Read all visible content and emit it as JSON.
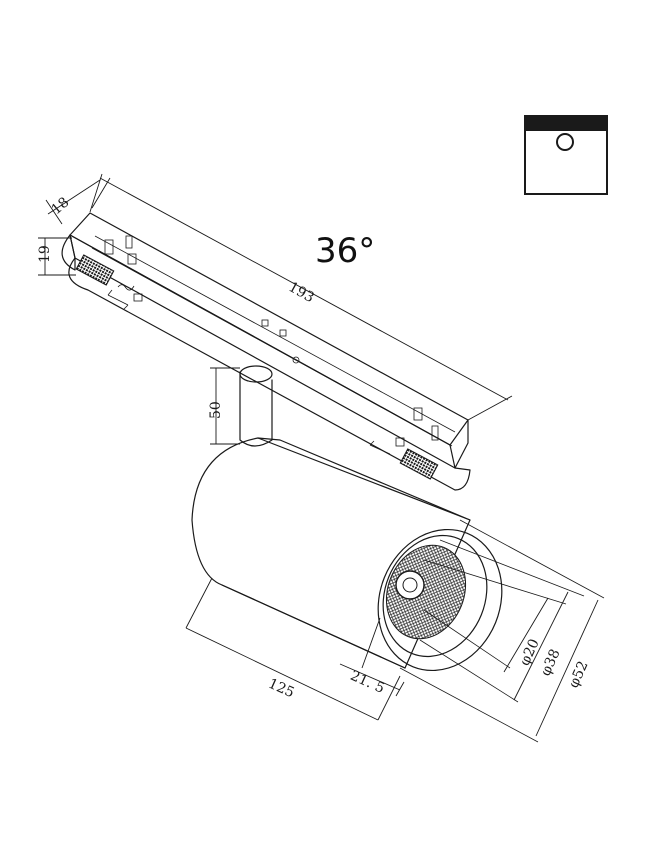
{
  "beam_angle": "36°",
  "dimensions": {
    "width_top": "18",
    "height_side": "19",
    "length": "193",
    "stem_height": "50",
    "body_length": "125",
    "recess": "21. 5",
    "d_inner": "φ20",
    "d_reflector": "φ38",
    "d_body": "φ52"
  },
  "icons": {
    "track_symbol": "surface-track-mount-icon"
  },
  "colors": {
    "line": "#1a1a1a",
    "background": "#ffffff"
  }
}
